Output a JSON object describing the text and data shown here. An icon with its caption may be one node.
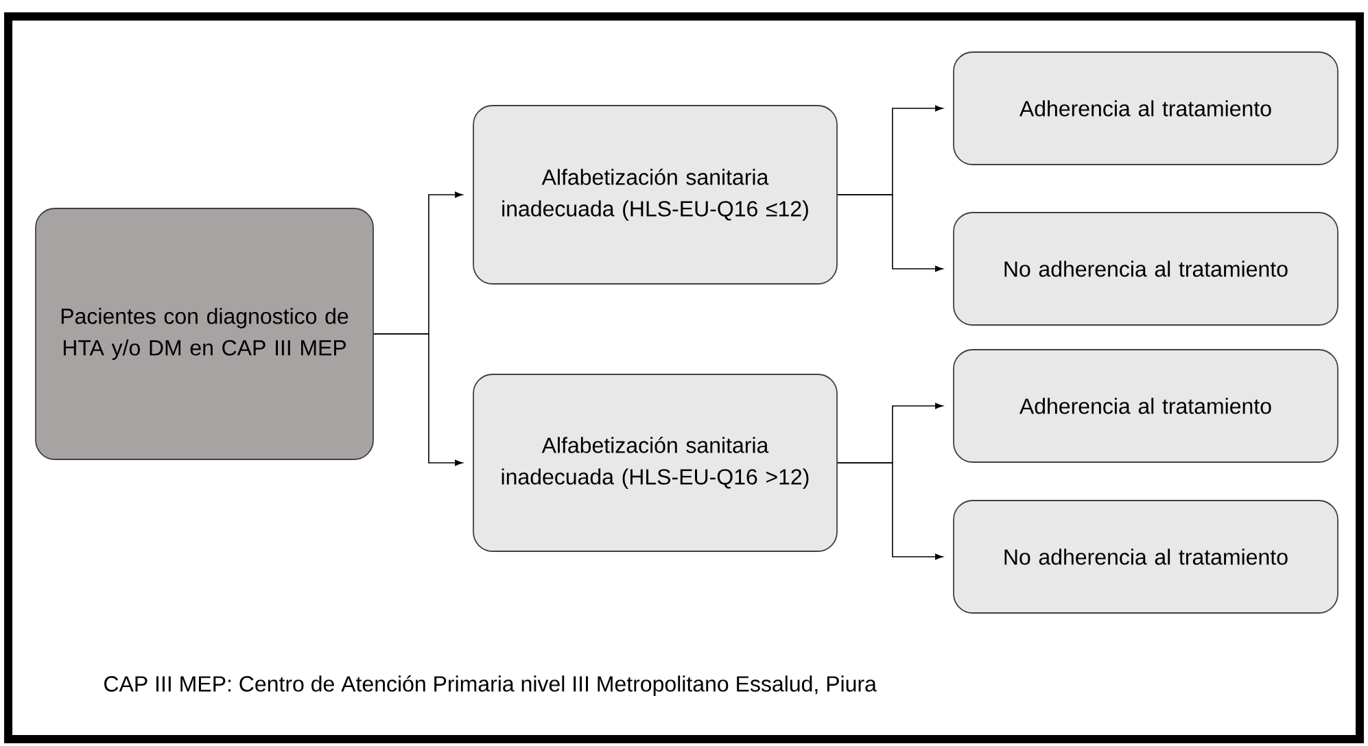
{
  "diagram": {
    "nodes": [
      {
        "text": [
          "Pacientes con diagnostico de HTA y/o DM en CAP III MEP"
        ]
      },
      {
        "text": [
          "Alfabetización sanitaria inadecuada (HLS-EU-Q16 ≤12)"
        ]
      },
      {
        "text": [
          "Alfabetización sanitaria inadecuada (HLS-EU-Q16 >12)"
        ]
      },
      {
        "text": [
          "Adherencia al tratamiento"
        ]
      },
      {
        "text": [
          "No adherencia al tratamiento"
        ]
      },
      {
        "text": [
          "Adherencia al tratamiento"
        ]
      },
      {
        "text": [
          "No adherencia al tratamiento"
        ]
      }
    ],
    "edges": [
      {
        "from": 0,
        "to": 1,
        "arrow": "to"
      },
      {
        "from": 0,
        "to": 2,
        "arrow": "to"
      },
      {
        "from": 1,
        "to": 3,
        "arrow": "to"
      },
      {
        "from": 1,
        "to": 4,
        "arrow": "to"
      },
      {
        "from": 2,
        "to": 5,
        "arrow": "to"
      },
      {
        "from": 2,
        "to": 6,
        "arrow": "to"
      }
    ],
    "labels": [
      "CAP III MEP: Centro de Atención Primaria nivel III Metropolitano Essalud, Piura"
    ]
  }
}
